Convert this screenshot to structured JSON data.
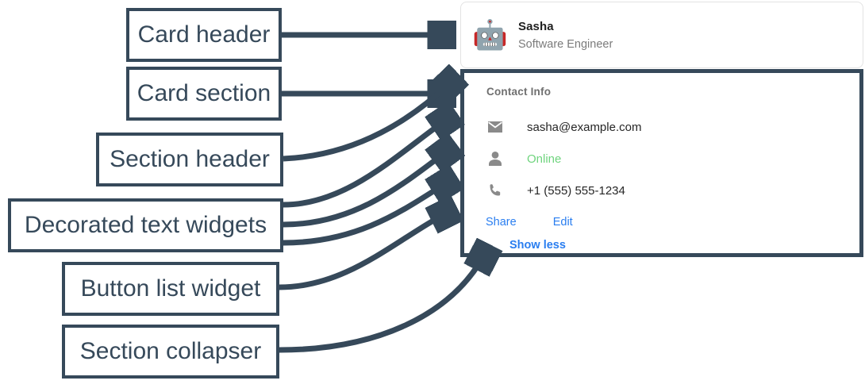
{
  "annotations": [
    {
      "key": "card-header",
      "label": "Card header"
    },
    {
      "key": "card-section",
      "label": "Card section"
    },
    {
      "key": "section-header",
      "label": "Section header"
    },
    {
      "key": "decorated-text",
      "label": "Decorated text widgets"
    },
    {
      "key": "button-list",
      "label": "Button list widget"
    },
    {
      "key": "section-collapser",
      "label": "Section collapser"
    }
  ],
  "card": {
    "header": {
      "avatar_icon": "robot-emoji",
      "avatar_glyph": "🤖",
      "title": "Sasha",
      "subtitle": "Software Engineer"
    },
    "section": {
      "header": "Contact Info",
      "rows": [
        {
          "icon": "email-icon",
          "text": "sasha@example.com",
          "color": "#262626"
        },
        {
          "icon": "person-icon",
          "text": "Online",
          "color": "#6fd47e"
        },
        {
          "icon": "phone-icon",
          "text": "+1 (555) 555-1234",
          "color": "#262626"
        }
      ],
      "buttons": [
        {
          "label": "Share"
        },
        {
          "label": "Edit"
        }
      ],
      "collapser": {
        "label": "Show less"
      }
    }
  },
  "colors": {
    "annotation": "#36495a",
    "link": "#2a7ef0",
    "status_online": "#6fd47e",
    "icon_grey": "#8a8a8a",
    "muted_text": "#7b7b7b"
  }
}
